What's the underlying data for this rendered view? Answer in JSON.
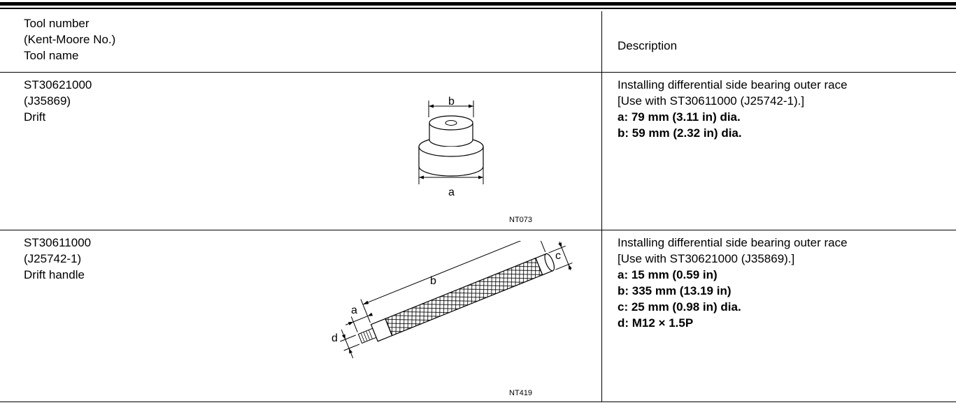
{
  "header": {
    "left": [
      "Tool number",
      "(Kent-Moore No.)",
      "Tool name"
    ],
    "right": "Description"
  },
  "rows": [
    {
      "tool_lines": [
        "ST30621000",
        "(J35869)",
        "Drift"
      ],
      "figure_code": "NT073",
      "figure_labels": {
        "a": "a",
        "b": "b"
      },
      "desc_lines": [
        "Installing differential side bearing outer race",
        "[Use with ST30611000 (J25742-1).]"
      ],
      "desc_bold": [
        "a: 79 mm (3.11 in) dia.",
        "b: 59 mm (2.32 in) dia."
      ]
    },
    {
      "tool_lines": [
        "ST30611000",
        "(J25742-1)",
        "Drift handle"
      ],
      "figure_code": "NT419",
      "figure_labels": {
        "a": "a",
        "b": "b",
        "c": "c",
        "d": "d"
      },
      "desc_lines": [
        "Installing differential side bearing outer race",
        "[Use with ST30621000 (J35869).]"
      ],
      "desc_bold": [
        "a: 15 mm (0.59 in)",
        "b: 335 mm (13.19 in)",
        "c: 25 mm (0.98 in) dia.",
        "d: M12 × 1.5P"
      ]
    }
  ]
}
